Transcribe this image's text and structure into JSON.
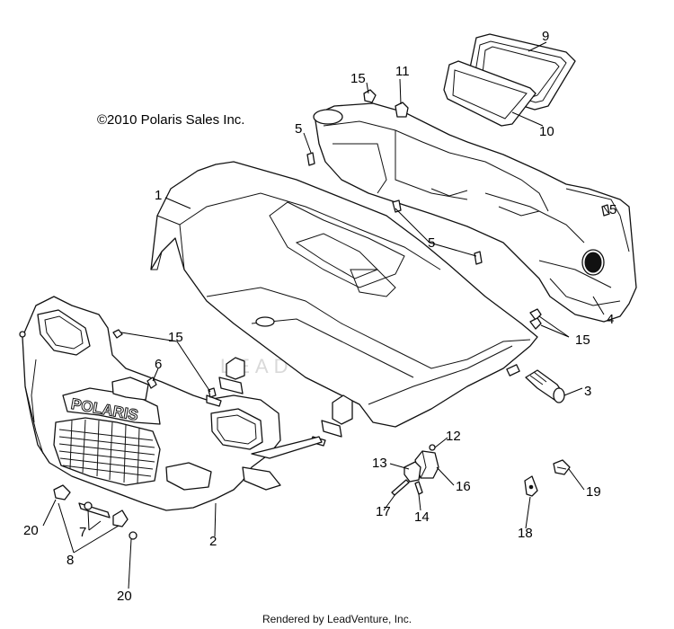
{
  "copyright": "©2010 Polaris Sales Inc.",
  "watermark": "LEADVENTURE",
  "footer": "Rendered by LeadVenture, Inc.",
  "callouts": {
    "c1": "1",
    "c2": "2",
    "c3": "3",
    "c4": "4",
    "c5a": "5",
    "c5b": "5",
    "c5c": "5",
    "c6": "6",
    "c7": "7",
    "c8": "8",
    "c9": "9",
    "c10": "10",
    "c11": "11",
    "c12": "12",
    "c13": "13",
    "c14": "14",
    "c15a": "15",
    "c15b": "15",
    "c15c": "15",
    "c16": "16",
    "c17": "17",
    "c18": "18",
    "c19": "19",
    "c20a": "20",
    "c20b": "20"
  },
  "grille_text": "POLARIS"
}
